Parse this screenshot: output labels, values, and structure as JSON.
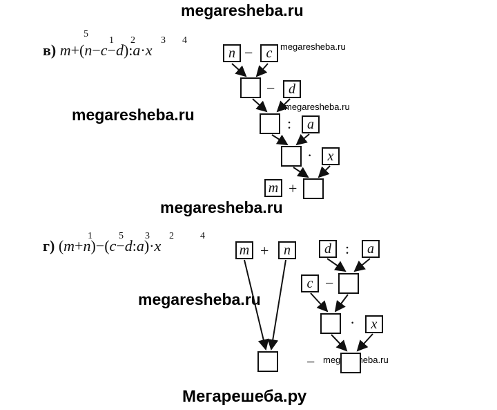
{
  "watermarks": {
    "top": "megaresheba.ru",
    "mid_left": "megaresheba.ru",
    "mid_center": "megaresheba.ru",
    "lower_left": "megaresheba.ru",
    "small_1": "megaresheba.ru",
    "small_2": "megaresheba.ru",
    "small_3": "megaresheba.ru"
  },
  "footer": "Мегарешеба.ру",
  "problem_v": {
    "label": "в)",
    "order": [
      "5",
      "1",
      "2",
      "3",
      "4"
    ],
    "boxes": {
      "n": "n",
      "c": "c",
      "d": "d",
      "a": "a",
      "x": "x",
      "m": "m"
    },
    "ops": {
      "minus1": "−",
      "minus2": "−",
      "div": ":",
      "mul": "·",
      "plus": "+"
    }
  },
  "problem_g": {
    "label": "г)",
    "order": [
      "1",
      "5",
      "3",
      "2",
      "4"
    ],
    "boxes": {
      "m": "m",
      "n": "n",
      "d": "d",
      "a": "a",
      "c": "c",
      "x": "x"
    },
    "ops": {
      "plus": "+",
      "div": ":",
      "minus": "−",
      "mul": "·",
      "minus_final": "−"
    }
  }
}
